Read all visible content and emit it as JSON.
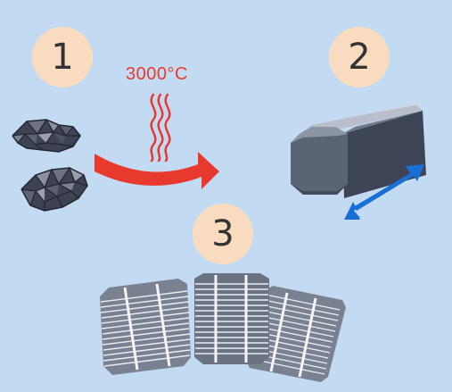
{
  "steps": {
    "step1": "1",
    "step2": "2",
    "step3": "3"
  },
  "temperature": {
    "label": "3000°C"
  },
  "colors": {
    "background": "#c3dbf2",
    "badge": "#f9dcc0",
    "heat_arrow": "#e8392f",
    "dimension_arrow": "#1a6fd6",
    "ingot_front": "#58616f",
    "ingot_side": "#3f4756",
    "ingot_top": "#a8afba",
    "rock": "#4a4f5e",
    "cell": "#6b7280"
  },
  "icons": [
    "silicon-rock-icon",
    "heat-waves-icon",
    "process-arrow-icon",
    "silicon-ingot-icon",
    "double-arrow-icon",
    "solar-cell-icon"
  ]
}
